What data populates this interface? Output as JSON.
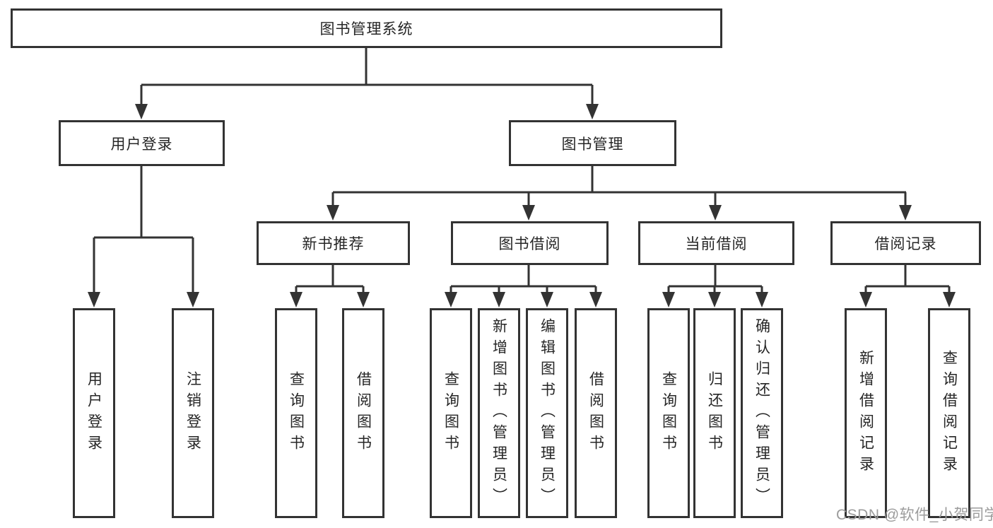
{
  "tree": {
    "root": "图书管理系统",
    "user": {
      "label": "用户登录",
      "children": [
        "用户登录",
        "注销登录"
      ]
    },
    "book": {
      "label": "图书管理",
      "children": [
        {
          "label": "新书推荐",
          "children": [
            "查询图书",
            "借阅图书"
          ]
        },
        {
          "label": "图书借阅",
          "children": [
            "查询图书",
            "新增图书（管理员）",
            "编辑图书（管理员）",
            "借阅图书"
          ]
        },
        {
          "label": "当前借阅",
          "children": [
            "查询图书",
            "归还图书",
            "确认归还（管理员）"
          ]
        },
        {
          "label": "借阅记录",
          "children": [
            "新增借阅记录",
            "查询借阅记录"
          ]
        }
      ]
    }
  },
  "watermark": "CSDN @软件_小贺同学",
  "colors": {
    "line": "#333333",
    "box_border": "#333333",
    "text": "#262626",
    "watermark": "#9c9c9c",
    "background": "#ffffff"
  }
}
